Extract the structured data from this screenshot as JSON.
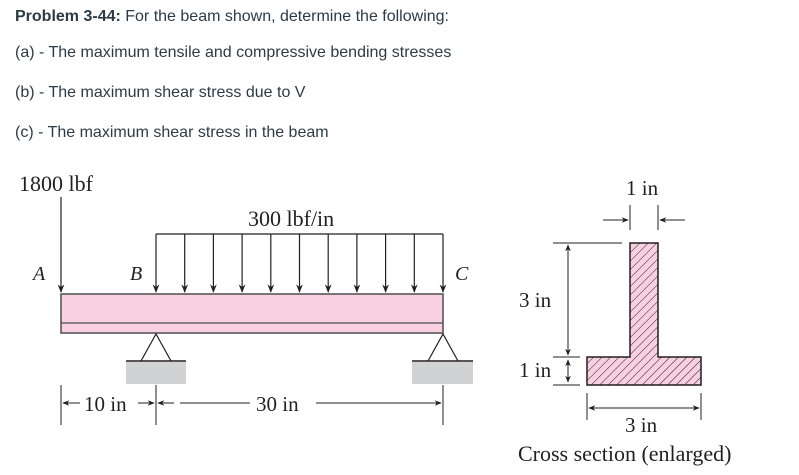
{
  "problem": {
    "title_bold": "Problem 3-44:",
    "title_rest": " For the beam shown, determine the following:",
    "parts": [
      "(a) - The maximum tensile and compressive bending stresses",
      "(b) - The maximum shear stress due to V",
      "(c) - The maximum shear stress in the beam"
    ]
  },
  "beam_diagram": {
    "point_load_label": "1800 lbf",
    "distributed_load_label": "300 lbf/in",
    "point_labels": {
      "a": "A",
      "b": "B",
      "c": "C"
    },
    "dimensions": {
      "overhang": "10 in",
      "span": "30 in"
    },
    "distributed_arrow_count": 11,
    "colors": {
      "beam_fill": "#f9d0e2",
      "support_fill": "#d1d2d4",
      "line": "#231f20"
    }
  },
  "cross_section": {
    "web_width_label": "1 in",
    "web_height_label": "3 in",
    "flange_thickness_label": "1 in",
    "flange_width_label": "3 in",
    "caption": "Cross section (enlarged)"
  }
}
